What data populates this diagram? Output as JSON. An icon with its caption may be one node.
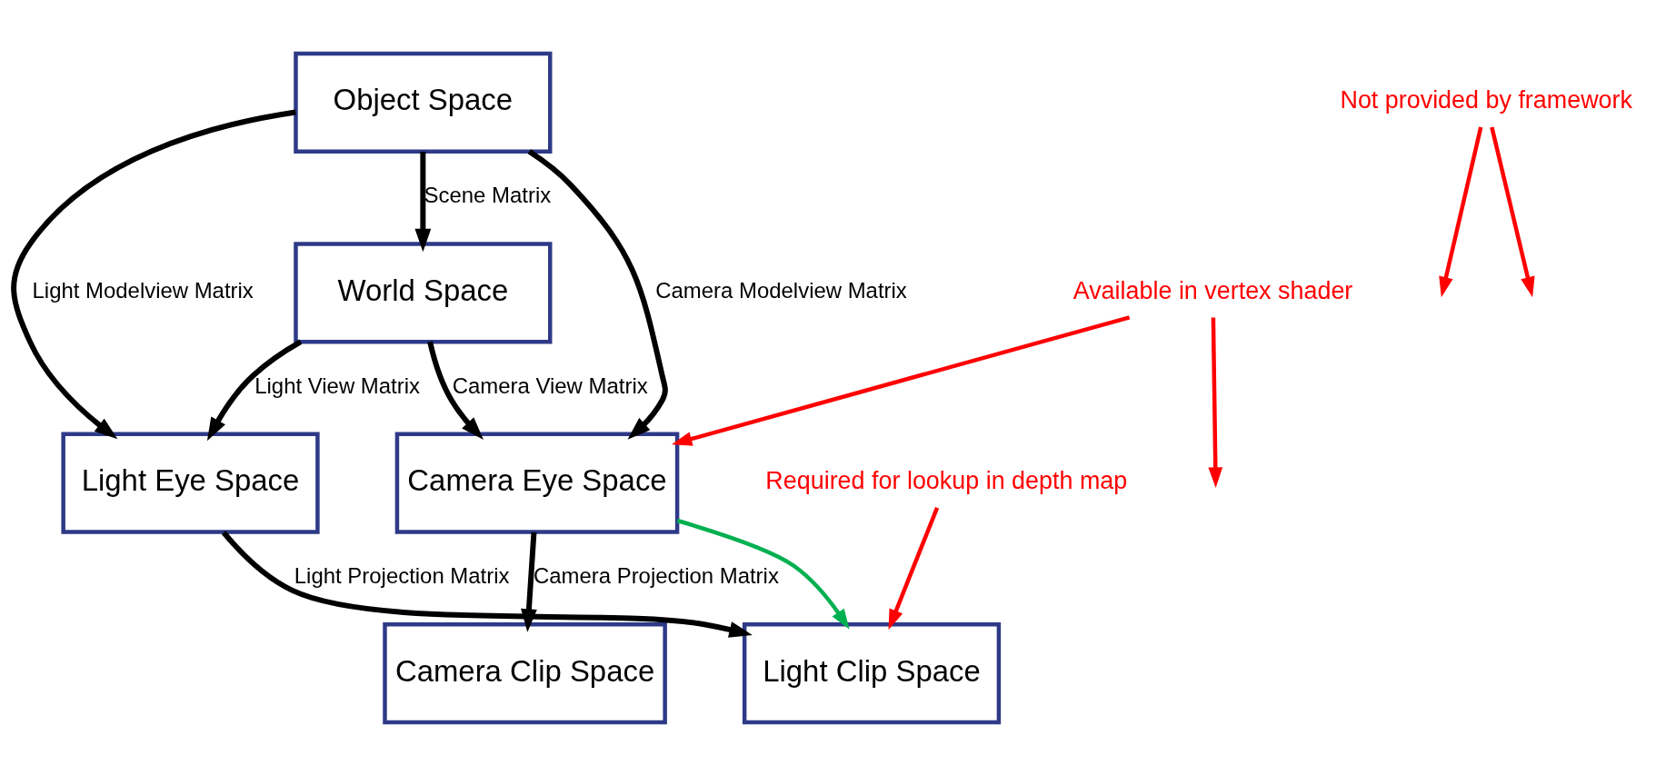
{
  "diagram": {
    "nodes": [
      {
        "text": [
          "Object Space"
        ]
      },
      {
        "text": [
          "World Space"
        ]
      },
      {
        "text": [
          "Camera Eye Space"
        ]
      },
      {
        "text": [
          "Light Eye Space"
        ]
      },
      {
        "text": [
          "Camera Clip Space"
        ]
      },
      {
        "text": [
          "Light Clip Space"
        ]
      },
      {
        "text": [
          "Not provided by framework"
        ]
      },
      {
        "text": [
          "Available in vertex shader"
        ]
      },
      {
        "text": [
          "Required for lookup in depth map"
        ]
      }
    ],
    "edges": [
      {
        "from": 0,
        "to": 2,
        "arrow": "to",
        "label": "Camera Modelview Matrix"
      },
      {
        "from": 0,
        "to": 1,
        "arrow": "to",
        "label": "Scene Matrix"
      },
      {
        "from": 0,
        "to": 3,
        "arrow": "to",
        "label": "Light Modelview Matrix"
      },
      {
        "from": 1,
        "to": 2,
        "arrow": "to",
        "label": "Camera View Matrix"
      },
      {
        "from": 1,
        "to": 3,
        "arrow": "to",
        "label": "Light View Matrix"
      },
      {
        "from": 2,
        "to": 4,
        "arrow": "to",
        "label": "Camera Projection Matrix"
      },
      {
        "from": 3,
        "to": 5,
        "arrow": "to",
        "label": "Light Projection Matrix"
      },
      {
        "from": 2,
        "to": 5,
        "arrow": "to",
        "color": "#00b050"
      },
      {
        "from": 6,
        "to": null,
        "arrow": "to",
        "color": "#ff0000"
      },
      {
        "from": 6,
        "to": null,
        "arrow": "to",
        "color": "#ff0000"
      },
      {
        "from": 7,
        "to": null,
        "arrow": "to",
        "color": "#ff0000"
      },
      {
        "from": 7,
        "to": 2,
        "arrow": "to",
        "color": "#ff0000"
      },
      {
        "from": 8,
        "to": 5,
        "arrow": "to",
        "color": "#ff0000"
      }
    ]
  }
}
